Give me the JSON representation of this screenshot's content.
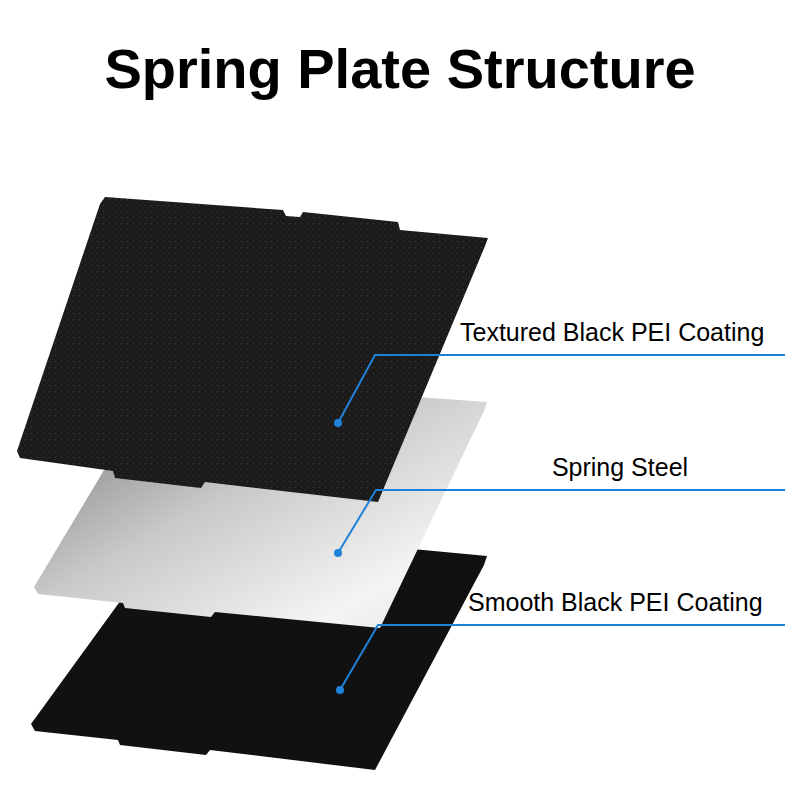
{
  "diagram": {
    "title": "Spring Plate Structure",
    "labels": [
      "Textured Black PEI Coating",
      "Spring Steel",
      "Smooth Black PEI Coating"
    ]
  }
}
